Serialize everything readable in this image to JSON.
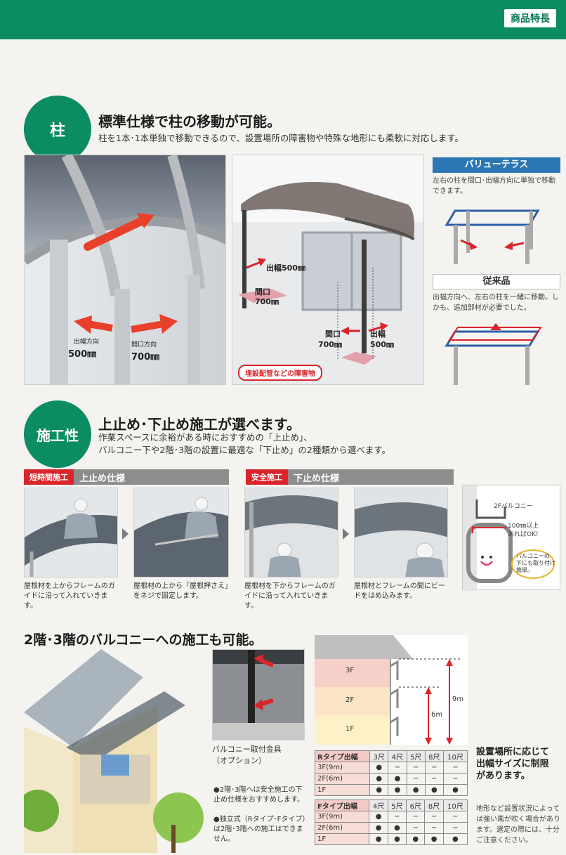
{
  "header": {
    "badge": "商品特長"
  },
  "section1": {
    "circle": "柱",
    "title": "標準仕様で柱の移動が可能。",
    "desc": "柱を1本･1本単独で移動できるので、設置場所の障害物や特殊な地形にも柔軟に対応します。",
    "photo_left": {
      "label_a1": "出幅方向",
      "label_a2": "500㎜",
      "label_b1": "間口方向",
      "label_b2": "700㎜"
    },
    "diagram": {
      "label_depth_top": "出幅500㎜",
      "label_width_top1": "間口",
      "label_width_top2": "700㎜",
      "label_width_bottom1": "間口",
      "label_width_bottom2": "700㎜",
      "label_depth_bottom1": "出幅",
      "label_depth_bottom2": "500㎜",
      "obstacle": "埋設配管などの障害物"
    },
    "panel": {
      "value_title": "バリューテラス",
      "value_text": "左右の柱を間口･出幅方向に単独で移動できます。",
      "old_title": "従来品",
      "old_text": "出幅方向へ、左右の柱を一緒に移動。しかも、追加部材が必要でした。"
    }
  },
  "section2": {
    "circle": "施工性",
    "title": "上止め･下止め施工が選べます。",
    "desc1": "作業スペースに余裕がある時におすすめの「上止め」、",
    "desc2": "バルコニー下や2階･3階の設置に最適な「下止め」の2種類から選べます。",
    "bar_left_tag": "短時間施工",
    "bar_left_label": "上止め仕様",
    "bar_right_tag": "安全施工",
    "bar_right_label": "下止め仕様",
    "captions": [
      "屋根材を上からフレームのガイドに沿って入れていきます。",
      "屋根材の上から「屋根押さえ」をネジで固定します。",
      "屋根材を下からフレームのガイドに沿って入れていきます。",
      "屋根材とフレームの間にビードをはめ込みます。"
    ],
    "balcony": {
      "label_top": "2Fバルコニー",
      "label_mid1": "100㎜以上",
      "label_mid2": "あればOK!",
      "bubble1": "バルコニーの",
      "bubble2": "下にも取り付け",
      "bubble3": "簡単。"
    }
  },
  "section3": {
    "title": "2階･3階のバルコニーへの施工も可能。",
    "bracket_caption1": "バルコニー取付金具",
    "bracket_caption2": "（オプション）",
    "bullets": [
      "●2階･3階へは安全施工の下止め仕様をおすすめします。",
      "●独立式（Rタイプ･Fタイプ）は2階･3階への施工はできません。"
    ],
    "floors": {
      "f3": "3F",
      "f2": "2F",
      "f1": "1F",
      "h6": "6m",
      "h9": "9m"
    },
    "table_r": {
      "head": [
        "Rタイプ出幅",
        "3尺",
        "4尺",
        "5尺",
        "8尺",
        "10尺"
      ],
      "rows": [
        {
          "floor": "3F(9m)",
          "cells": [
            "●",
            "−",
            "−",
            "−",
            "−"
          ]
        },
        {
          "floor": "2F(6m)",
          "cells": [
            "●",
            "●",
            "−",
            "−",
            "−"
          ]
        },
        {
          "floor": "1F",
          "cells": [
            "●",
            "●",
            "●",
            "●",
            "●"
          ]
        }
      ]
    },
    "table_f": {
      "head": [
        "Fタイプ出幅",
        "4尺",
        "5尺",
        "6尺",
        "8尺",
        "10尺"
      ],
      "rows": [
        {
          "floor": "3F(9m)",
          "cells": [
            "●",
            "−",
            "−",
            "−",
            "−"
          ]
        },
        {
          "floor": "2F(6m)",
          "cells": [
            "●",
            "●",
            "−",
            "−",
            "−"
          ]
        },
        {
          "floor": "1F",
          "cells": [
            "●",
            "●",
            "●",
            "●",
            "●"
          ]
        }
      ]
    },
    "right_title1": "設置場所に応じて",
    "right_title2": "出幅サイズに制限",
    "right_title3": "があります。",
    "right_note": "地形など設置状況によっては強い風が吹く場合があります。選定の際には、十分ご注意ください。"
  }
}
